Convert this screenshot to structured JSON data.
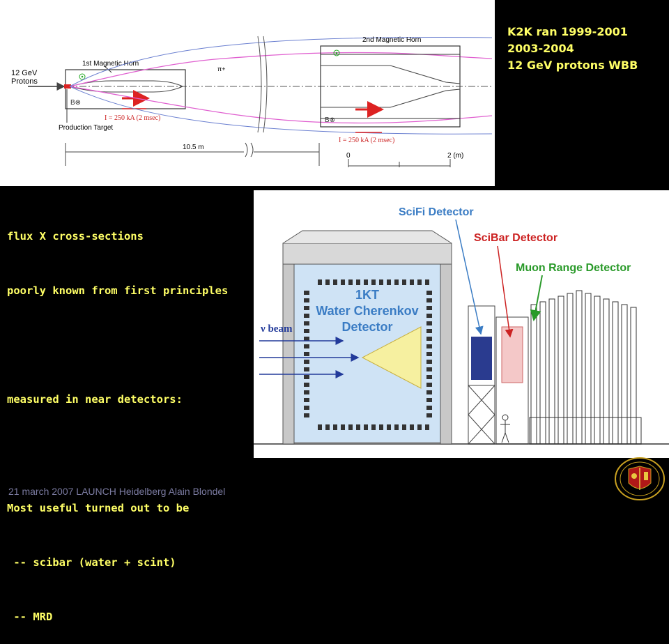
{
  "horn": {
    "horn1_label": "1st Magnetic Horn",
    "horn2_label": "2nd Magnetic Horn",
    "protons_label1": "12 GeV",
    "protons_label2": "Protons",
    "pion_label": "π+",
    "b_field1": "B⊗",
    "b_field2": "B⊗",
    "current1": "I = 250 kA (2 msec)",
    "current2": "I = 250 kA (2 msec)",
    "target_label": "Production Target",
    "distance_label": "10.5 m",
    "scale_zero": "0",
    "scale_two": "2 (m)"
  },
  "k2k": {
    "line1": "K2K ran 1999-2001",
    "line2": "2003-2004",
    "line3": "12 GeV protons WBB"
  },
  "notes": {
    "line1": "flux X cross-sections",
    "line2": "poorly known from first principles",
    "line3": "measured in near detectors:",
    "line4": "Most useful turned out to be",
    "line5": " -- scibar (water + scint)",
    "line6": " -- MRD"
  },
  "detector": {
    "scifi_label": "SciFi Detector",
    "scibar_label": "SciBar Detector",
    "mrd_label": "Muon Range Detector",
    "wc_line1": "1KT",
    "wc_line2": "Water Cherenkov",
    "wc_line3": "Detector",
    "beam_label": "ν beam",
    "colors": {
      "label_blue": "#3a7cc4",
      "scibar_red": "#cc2222",
      "mrd_green": "#2a9a2a",
      "wc_fill": "#cfe3f5",
      "scifi_fill": "#2a3b8f",
      "scibar_fill": "#f4c8c8"
    }
  },
  "footer": {
    "text": "21 march 2007 LAUNCH Heidelberg  Alain Blondel"
  },
  "logo": {
    "icon": "university-seal-icon"
  }
}
